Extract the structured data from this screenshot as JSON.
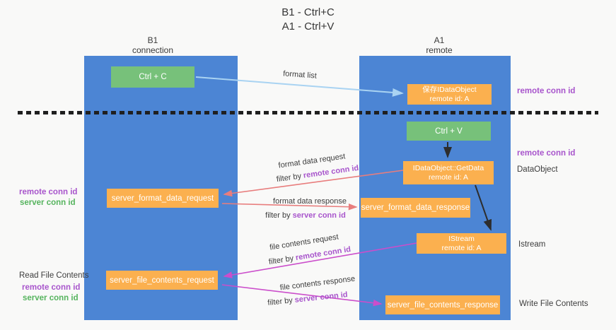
{
  "title": {
    "line1": "B1 - Ctrl+C",
    "line2": "A1 - Ctrl+V"
  },
  "lifelines": {
    "left": {
      "title": "B1",
      "subtitle": "connection"
    },
    "right": {
      "title": "A1",
      "subtitle": "remote"
    }
  },
  "nodes": {
    "ctrl_c": {
      "label": "Ctrl + C"
    },
    "ctrl_v": {
      "label": "Ctrl + V"
    },
    "save_dataobject": {
      "line1": "保存IDataObject",
      "line2": "remote id: A"
    },
    "getdata": {
      "line1": "IDataObject::GetData",
      "line2": "remote id: A"
    },
    "istream": {
      "line1": "IStream",
      "line2": "remote id: A"
    },
    "format_request": {
      "label": "server_format_data_request"
    },
    "format_response": {
      "label": "server_format_data_response"
    },
    "file_request": {
      "label": "server_file_contents_request"
    },
    "file_response": {
      "label": "server_file_contents_response"
    }
  },
  "side_labels": {
    "remote_conn_id_top": "remote conn id",
    "remote_conn_id_mid": "remote conn id",
    "dataobject": "DataObject",
    "istream": "Istream",
    "write_file_contents": "Write File Contents",
    "read_file_contents": "Read File Contents",
    "left_remote_conn_id_format": "remote conn id",
    "left_server_conn_id_format": "server conn id",
    "left_remote_conn_id_file": "remote conn id",
    "left_server_conn_id_file": "server conn id"
  },
  "flow_labels": {
    "format_list": "format list",
    "format_data_request": "format data request",
    "format_data_response": "format data response",
    "file_contents_request": "file contents request",
    "file_contents_response": "file contents response",
    "filter_by": "filter by",
    "remote_conn_id": "remote conn id",
    "server_conn_id": "server conn id"
  },
  "colors": {
    "background": "#f9f9f8",
    "lifeline_blue": "#4c85d4",
    "node_orange": "#fbb04f",
    "node_green": "#77c17a",
    "accent_purple": "#a855cc",
    "accent_green": "#56b45e",
    "arrow_salmon": "#e87d7d",
    "arrow_magenta": "#cb4ecb",
    "arrow_lightblue": "#a9d3f2",
    "arrow_black": "#2d2d2d",
    "dark_text": "#3d3d3d"
  }
}
